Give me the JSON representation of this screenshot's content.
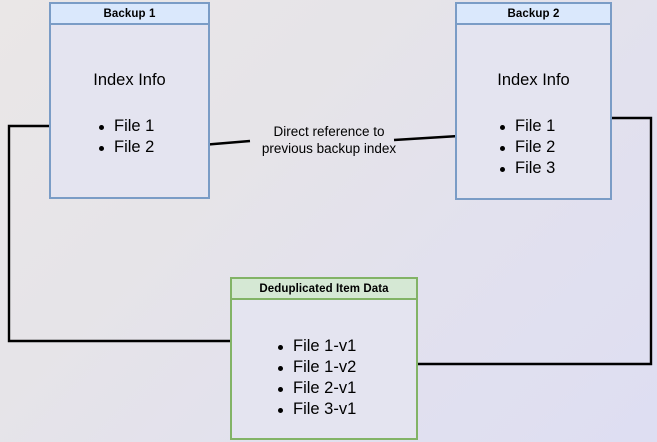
{
  "diagram": {
    "title_hidden": "",
    "background": {
      "start_color": "#eae7e7",
      "end_color": "#dedef2"
    },
    "boxes": [
      {
        "id": "backup-1",
        "title": "Backup 1",
        "section_label": "Index Info",
        "accent_color": "#7a9cc6",
        "title_fill": "#dae8fc",
        "body_fill": "#e4e4f0",
        "items": [
          "File 1",
          "File 2"
        ]
      },
      {
        "id": "backup-2",
        "title": "Backup 2",
        "section_label": "Index Info",
        "accent_color": "#7a9cc6",
        "title_fill": "#dae8fc",
        "body_fill": "#e4e4f0",
        "items": [
          "File 1",
          "File 2",
          "File 3"
        ]
      },
      {
        "id": "deduplicated-item-data",
        "title": "Deduplicated Item Data",
        "section_label": "",
        "accent_color": "#82b366",
        "title_fill": "#d5e8d4",
        "body_fill": "#e4e4f0",
        "items": [
          "File 1-v1",
          "File 1-v2",
          "File 2-v1",
          "File 3-v1"
        ]
      }
    ],
    "annotations": {
      "center_label_line1": "Direct reference to",
      "center_label_line2": "previous backup index"
    },
    "connector_color": "#000000"
  }
}
